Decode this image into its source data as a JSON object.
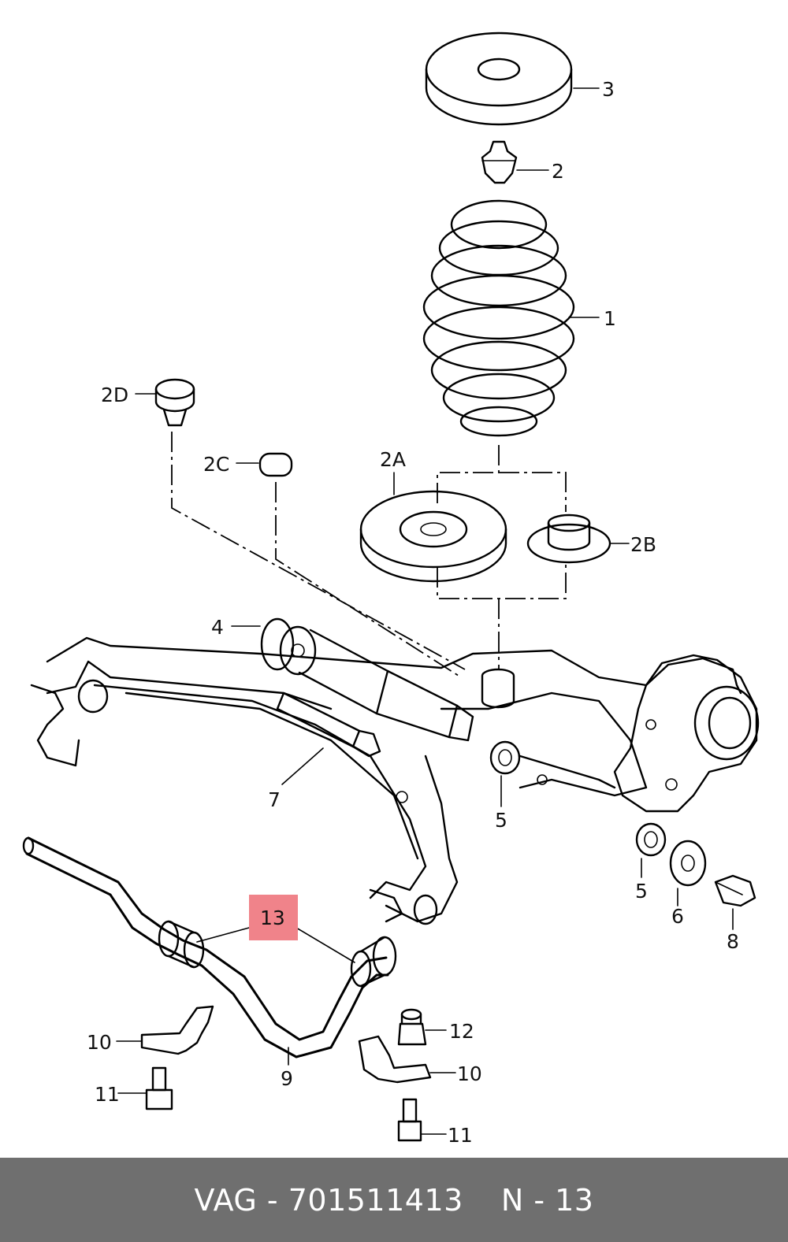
{
  "labels": {
    "l1": "1",
    "l2": "2",
    "l2a": "2A",
    "l2b": "2B",
    "l2c": "2C",
    "l2d": "2D",
    "l3": "3",
    "l4": "4",
    "l5a": "5",
    "l5b": "5",
    "l6": "6",
    "l7": "7",
    "l8": "8",
    "l9": "9",
    "l10a": "10",
    "l10b": "10",
    "l11a": "11",
    "l11b": "11",
    "l12": "12",
    "l13": "13"
  },
  "highlight": {
    "part": "13",
    "color": "#f0838a"
  },
  "footer": {
    "part_number": "VAG - 701511413",
    "position": "N - 13"
  }
}
